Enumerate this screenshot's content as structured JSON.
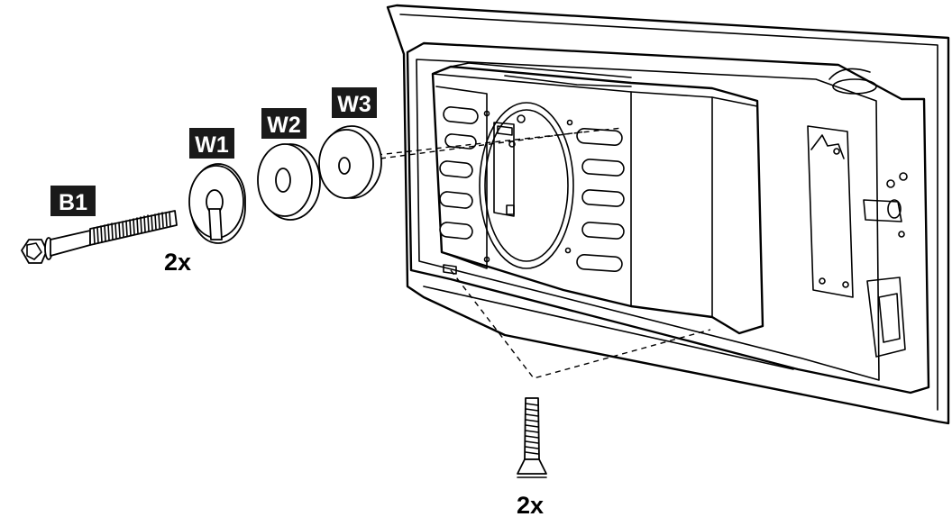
{
  "callouts": {
    "bolt": "B1",
    "washer_1": "W1",
    "washer_2": "W2",
    "washer_3": "W3"
  },
  "quantities": {
    "washer_qty": "2x",
    "screw_qty": "2x"
  }
}
